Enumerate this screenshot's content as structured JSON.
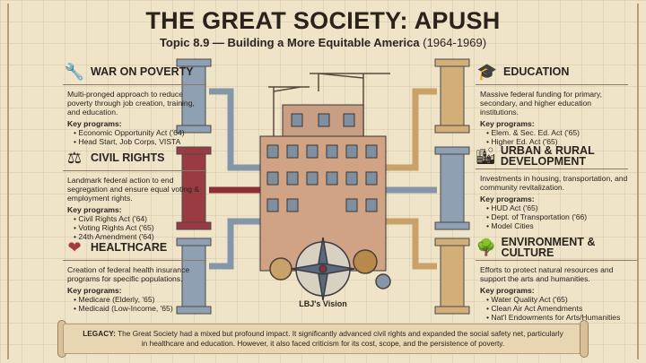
{
  "header": {
    "title": "THE GREAT SOCIETY: APUSH",
    "subtitle": "Topic 8.9 — Building a More Equitable America",
    "years": "(1964-1969)"
  },
  "left": [
    {
      "icon": "wrench-fist-icon",
      "title": "WAR ON POVERTY",
      "desc": "Multi-pronged approach to reduce poverty through job creation, training, and education.",
      "key_label": "Key programs:",
      "programs": [
        "Economic Opportunity Act ('64)",
        "Head Start, Job Corps, VISTA"
      ]
    },
    {
      "icon": "scales-icon",
      "title": "CIVIL RIGHTS",
      "desc": "Landmark federal action to end segregation and ensure equal voting & employment rights.",
      "key_label": "Key programs:",
      "programs": [
        "Civil Rights Act ('64)",
        "Voting Rights Act ('65)",
        "24th Amendment ('64)"
      ]
    },
    {
      "icon": "heart-cross-icon",
      "title": "HEALTHCARE",
      "desc": "Creation of federal health insurance programs for specific populations.",
      "key_label": "Key programs:",
      "programs": [
        "Medicare (Elderly, '65)",
        "Medicaid (Low-Income, '65)"
      ]
    }
  ],
  "right": [
    {
      "icon": "graduation-cap-book-icon",
      "title": "EDUCATION",
      "desc": "Massive federal funding for primary, secondary, and higher education institutions.",
      "key_label": "Key programs:",
      "programs": [
        "Elem. & Sec. Ed. Act ('65)",
        "Higher Ed. Act ('65)"
      ]
    },
    {
      "icon": "city-house-icon",
      "title": "URBAN & RURAL DEVELOPMENT",
      "desc": "Investments in housing, transportation, and community revitalization.",
      "key_label": "Key programs:",
      "programs": [
        "HUD Act ('65)",
        "Dept. of Transportation ('66)",
        "Model Cities"
      ]
    },
    {
      "icon": "tree-palette-icon",
      "title": "ENVIRONMENT & CULTURE",
      "desc": "Efforts to protect natural resources and support the arts and humanities.",
      "key_label": "Key programs:",
      "programs": [
        "Water Quality Act ('65)",
        "Clean Air Act Amendments",
        "Nat'l Endowments for Arts/Humanities"
      ]
    }
  ],
  "center": {
    "caption": "LBJ's Vision"
  },
  "legacy": {
    "label": "LEGACY:",
    "text": "The Great Society had a mixed but profound impact. It significantly advanced civil rights and expanded the social safety net, particularly in healthcare and education. However, it also faced criticism for its cost, scope, and the persistence of poverty."
  },
  "colors": {
    "blue": "#6e8296",
    "red": "#8a2f35",
    "gold": "#c9a26a",
    "paper": "#efe3c8"
  }
}
